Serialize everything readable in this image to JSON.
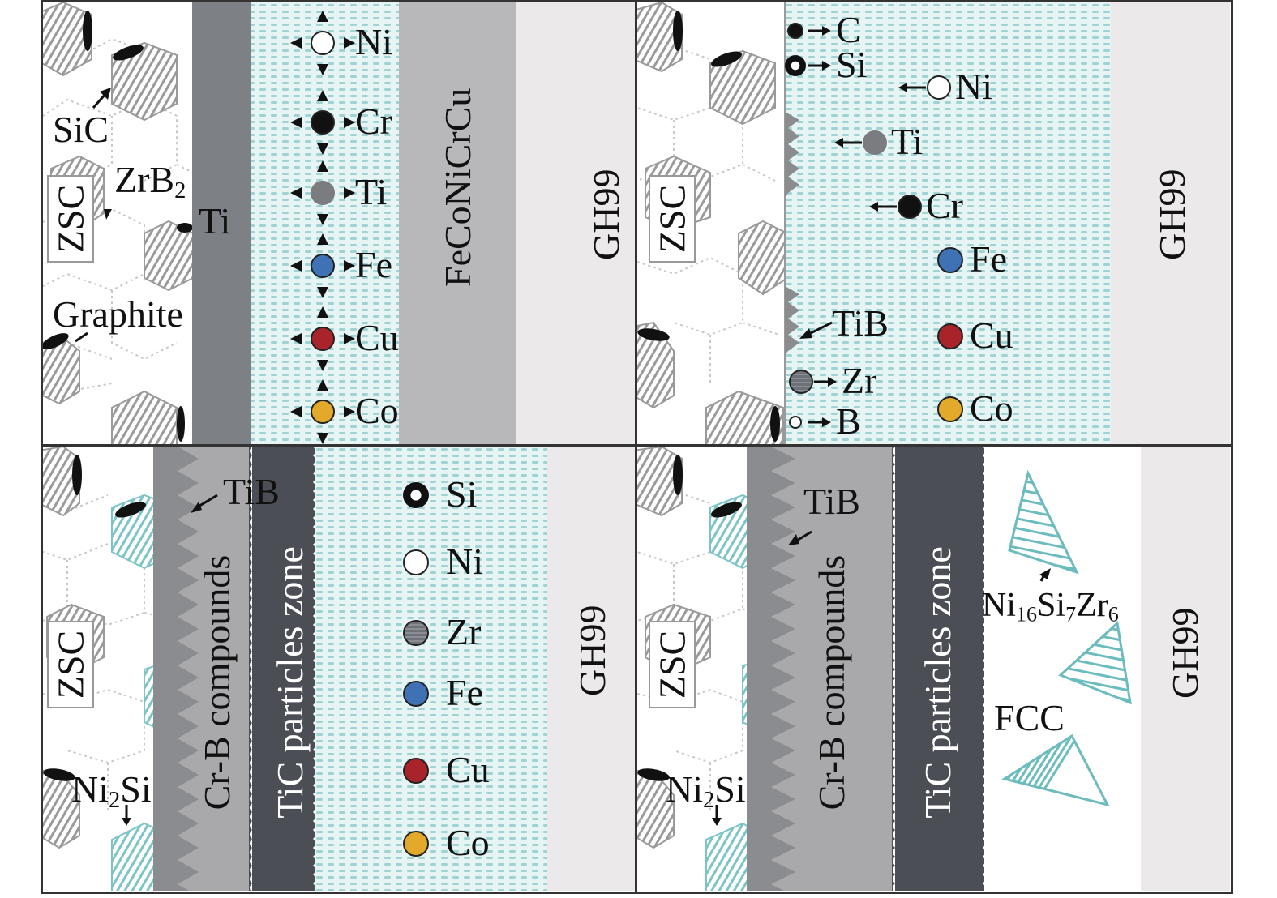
{
  "figure": {
    "colors": {
      "matrix_teal": "#cfe9ea",
      "teal_line": "#5fb7b9",
      "ti_layer": "#7d8085",
      "fecon_layer": "#b8b7b9",
      "gh99_layer": "#ebe9e9",
      "crb_dark": "#8a8c90",
      "crb_light": "#a9a9ac",
      "tic_zone": "#4b4f55",
      "ni": "#ffffff",
      "cr": "#111111",
      "ti": "#7a7c80",
      "fe": "#3f72b5",
      "cu": "#a9232a",
      "co": "#e3a92a",
      "zr": "#6e7178"
    },
    "panels": [
      {
        "id": "a",
        "zsc_label": "ZSC",
        "phase_labels": {
          "sic": "SiC",
          "zrb2_base": "ZrB",
          "zrb2_sub": "2",
          "ti": "Ti",
          "graphite": "Graphite"
        },
        "layer_labels": {
          "interlayer": "FeCoNiCrCu",
          "substrate": "GH99"
        },
        "elements": [
          "Ni",
          "Cr",
          "Ti",
          "Fe",
          "Cu",
          "Co"
        ]
      },
      {
        "id": "b",
        "zsc_label": "ZSC",
        "diffusing_out": [
          "C",
          "Si",
          "Zr",
          "B"
        ],
        "diffusing_in": [
          "Ni",
          "Ti",
          "Cr"
        ],
        "static_elements": [
          "Fe",
          "Cu",
          "Co"
        ],
        "phase_labels": {
          "tib": "TiB"
        },
        "layer_labels": {
          "substrate": "GH99"
        }
      },
      {
        "id": "c",
        "zsc_label": "ZSC",
        "phase_labels": {
          "tib": "TiB",
          "ni2si_base": "Ni",
          "ni2si_sub": "2",
          "ni2si_tail": "Si"
        },
        "layer_labels": {
          "crb": "Cr-B compounds",
          "tic": "TiC particles zone",
          "substrate": "GH99"
        },
        "elements": [
          "Si",
          "Ni",
          "Zr",
          "Fe",
          "Cu",
          "Co"
        ]
      },
      {
        "id": "d",
        "zsc_label": "ZSC",
        "phase_labels": {
          "tib": "TiB",
          "ni2si_base": "Ni",
          "ni2si_sub": "2",
          "ni2si_tail": "Si",
          "nisizr": {
            "a": "Ni",
            "a_sub": "16",
            "b": "Si",
            "b_sub": "7",
            "c": "Zr",
            "c_sub": "6"
          },
          "fcc": "FCC"
        },
        "layer_labels": {
          "crb": "Cr-B compounds",
          "tic": "TiC particles zone",
          "substrate": "GH99"
        }
      }
    ]
  }
}
